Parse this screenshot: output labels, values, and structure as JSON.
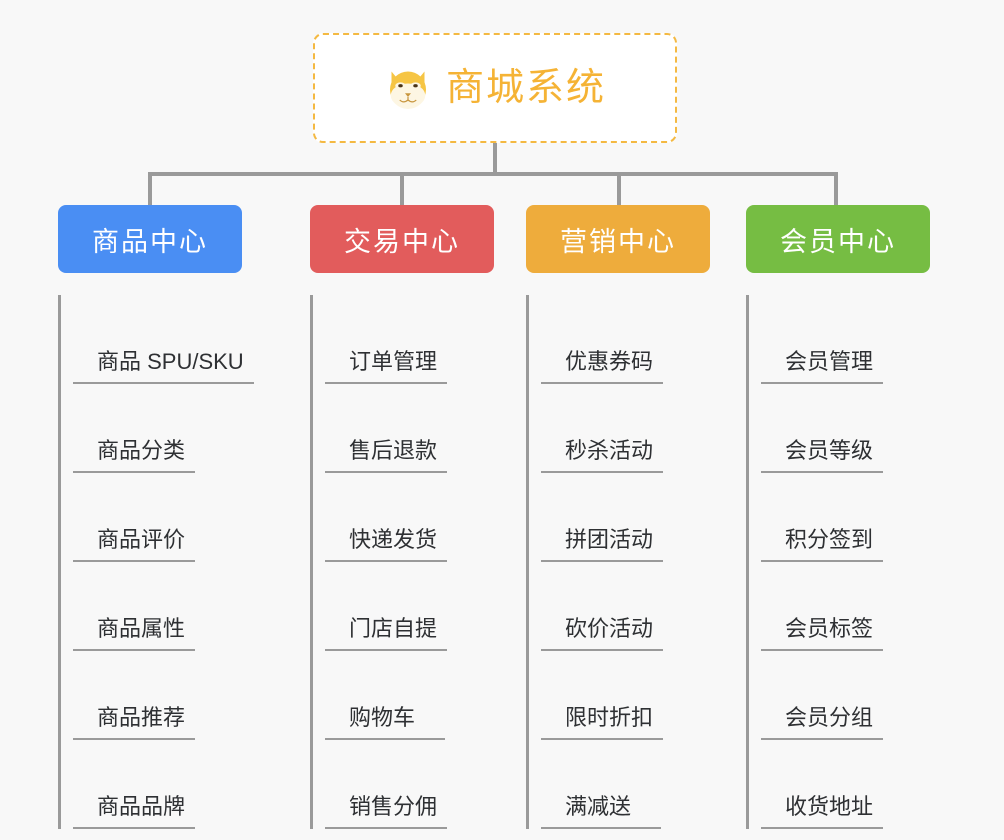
{
  "root": {
    "title": "商城系统",
    "icon": "shiba-dog-face-icon",
    "border_color": "#f4b942",
    "text_color": "#f5b335",
    "background": "#ffffff"
  },
  "canvas": {
    "background": "#f8f8f8",
    "connector_color": "#9a9a9a"
  },
  "columns": [
    {
      "title": "商品中心",
      "color": "#4a8ef3",
      "items": [
        {
          "label": "商品 SPU/SKU"
        },
        {
          "label": "商品分类"
        },
        {
          "label": "商品评价"
        },
        {
          "label": "商品属性"
        },
        {
          "label": "商品推荐"
        },
        {
          "label": "商品品牌"
        }
      ]
    },
    {
      "title": "交易中心",
      "color": "#e25c5c",
      "items": [
        {
          "label": "订单管理"
        },
        {
          "label": "售后退款"
        },
        {
          "label": "快递发货"
        },
        {
          "label": "门店自提"
        },
        {
          "label": "购物车"
        },
        {
          "label": "销售分佣"
        }
      ]
    },
    {
      "title": "营销中心",
      "color": "#eeac3c",
      "items": [
        {
          "label": "优惠券码"
        },
        {
          "label": "秒杀活动"
        },
        {
          "label": "拼团活动"
        },
        {
          "label": "砍价活动"
        },
        {
          "label": "限时折扣"
        },
        {
          "label": "满减送"
        }
      ]
    },
    {
      "title": "会员中心",
      "color": "#76bd43",
      "items": [
        {
          "label": "会员管理"
        },
        {
          "label": "会员等级"
        },
        {
          "label": "积分签到"
        },
        {
          "label": "会员标签"
        },
        {
          "label": "会员分组"
        },
        {
          "label": "收货地址"
        }
      ]
    }
  ]
}
